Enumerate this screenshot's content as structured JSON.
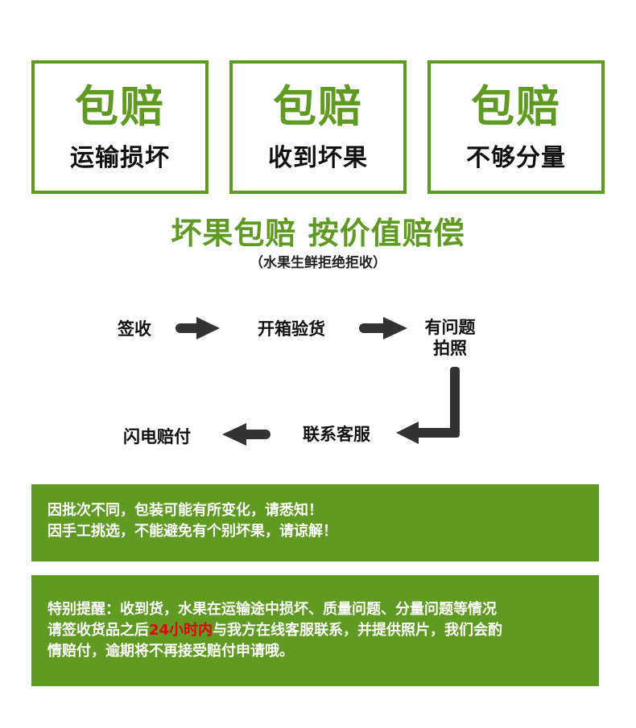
{
  "guarantees": [
    {
      "title": "包赔",
      "subtitle": "运输损坏"
    },
    {
      "title": "包赔",
      "subtitle": "收到坏果"
    },
    {
      "title": "包赔",
      "subtitle": "不够分量"
    }
  ],
  "headline": "坏果包赔 按价值赔偿",
  "note": "（水果生鲜拒绝拒收）",
  "process": {
    "sign": "签收",
    "unbox": "开箱验货",
    "problem_line1": "有问题",
    "problem_line2": "拍照",
    "contact": "联系客服",
    "compensate": "闪电赔付"
  },
  "notice1": {
    "line1": "因批次不同，包装可能有所变化，请悉知！",
    "line2": "因手工挑选，不能避免有个别坏果，请谅解！"
  },
  "notice2": {
    "line1": "特别提醒：收到货，水果在运输途中损坏、质量问题、分量问题等情况",
    "line2_before": "请签收货品之后",
    "line2_highlight": "24小时内",
    "line2_after": "与我方在线客服联系，并提供照片，我们会酌",
    "line3": "情赔付，逾期将不再接受赔付申请哦。"
  },
  "colors": {
    "brand_green": "#5f9a22",
    "highlight_red": "#e60012",
    "arrow": "#333333"
  },
  "icons": [
    "arrow-right-icon",
    "arrow-right-icon",
    "arrow-elbow-down-left-icon",
    "arrow-left-icon"
  ]
}
